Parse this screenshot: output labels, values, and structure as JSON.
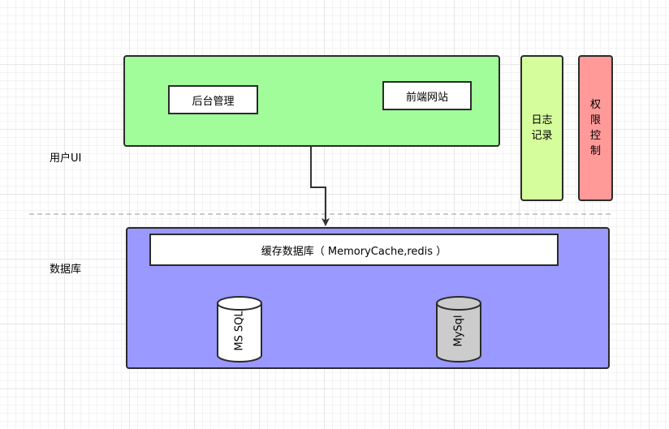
{
  "layers": {
    "ui_label": "用户UI",
    "db_label": "数据库"
  },
  "ui_panel": {
    "admin_label": "后台管理",
    "frontend_label": "前端网站"
  },
  "side_boxes": {
    "log_line1": "日志",
    "log_line2": "记录",
    "perm_chars": [
      "权",
      "限",
      "控",
      "制"
    ]
  },
  "db_panel": {
    "cache_label": "缓存数据库（ MemoryCache,redis ）",
    "cylinder_left": "MS SQL",
    "cylinder_right": "MySql"
  },
  "colors": {
    "ui_panel_fill": "#a0fd9a",
    "log_fill": "#d5fd9c",
    "perm_fill": "#ff9a99",
    "db_panel_fill": "#9999ff",
    "mssql_fill": "#ffffff",
    "mysql_fill": "#cccccc"
  }
}
